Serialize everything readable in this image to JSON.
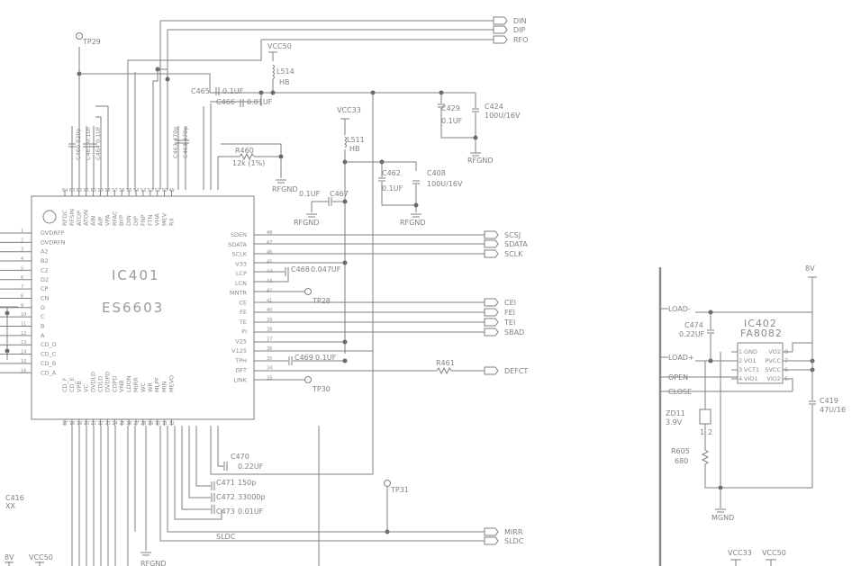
{
  "ic401": {
    "ref": "IC401",
    "part": "ES6603",
    "top_pins": [
      {
        "name": "RFDC",
        "num": "64"
      },
      {
        "name": "RFSIN",
        "num": "63"
      },
      {
        "name": "ATOP",
        "num": "62"
      },
      {
        "name": "ATON",
        "num": "61"
      },
      {
        "name": "AIN",
        "num": "60"
      },
      {
        "name": "AIP",
        "num": "59"
      },
      {
        "name": "VPA",
        "num": "58"
      },
      {
        "name": "RFAC",
        "num": "57"
      },
      {
        "name": "BYP",
        "num": "56"
      },
      {
        "name": "DIN",
        "num": "55"
      },
      {
        "name": "DIP",
        "num": "54"
      },
      {
        "name": "FNP",
        "num": "53"
      },
      {
        "name": "FTN",
        "num": "52"
      },
      {
        "name": "VHA",
        "num": "51"
      },
      {
        "name": "MEV",
        "num": "50"
      },
      {
        "name": "RX",
        "num": "49"
      }
    ],
    "left_pins": [
      {
        "name": "DVDRFP",
        "num": "1"
      },
      {
        "name": "DVDRFN",
        "num": "2"
      },
      {
        "name": "A2",
        "num": "3"
      },
      {
        "name": "B2",
        "num": "4"
      },
      {
        "name": "C2",
        "num": "5"
      },
      {
        "name": "D2",
        "num": "6"
      },
      {
        "name": "CP",
        "num": "7"
      },
      {
        "name": "CN",
        "num": "8"
      },
      {
        "name": "D",
        "num": "9"
      },
      {
        "name": "C",
        "num": "10"
      },
      {
        "name": "B",
        "num": "11"
      },
      {
        "name": "A",
        "num": "12"
      },
      {
        "name": "CD_D",
        "num": "13"
      },
      {
        "name": "CD_C",
        "num": "14"
      },
      {
        "name": "CD_B",
        "num": "15"
      },
      {
        "name": "CD_A",
        "num": "16"
      }
    ],
    "right_pins": [
      {
        "name": "SDEN",
        "num": "48"
      },
      {
        "name": "SDATA",
        "num": "47"
      },
      {
        "name": "SCLK",
        "num": "46"
      },
      {
        "name": "V33",
        "num": "45"
      },
      {
        "name": "LCP",
        "num": "44"
      },
      {
        "name": "LCN",
        "num": "43"
      },
      {
        "name": "MNTR",
        "num": "42"
      },
      {
        "name": "CE",
        "num": "41"
      },
      {
        "name": "FE",
        "num": "40"
      },
      {
        "name": "TE",
        "num": "39"
      },
      {
        "name": "PI",
        "num": "38"
      },
      {
        "name": "V25",
        "num": "37"
      },
      {
        "name": "V125",
        "num": "36"
      },
      {
        "name": "TPH",
        "num": "35"
      },
      {
        "name": "DFT",
        "num": "34"
      },
      {
        "name": "LINK",
        "num": "33"
      }
    ],
    "bottom_pins": [
      {
        "name": "CD_F",
        "num": "17"
      },
      {
        "name": "CD_E",
        "num": "18"
      },
      {
        "name": "VPB",
        "num": "19"
      },
      {
        "name": "VC",
        "num": "20"
      },
      {
        "name": "DVDLD",
        "num": "21"
      },
      {
        "name": "CDLD",
        "num": "22"
      },
      {
        "name": "DVDPD",
        "num": "23"
      },
      {
        "name": "CDPD",
        "num": "24"
      },
      {
        "name": "VNB",
        "num": "25"
      },
      {
        "name": "LDON",
        "num": "26"
      },
      {
        "name": "MIRR",
        "num": "27"
      },
      {
        "name": "WC",
        "num": "28"
      },
      {
        "name": "WR",
        "num": "29"
      },
      {
        "name": "MLPF",
        "num": "30"
      },
      {
        "name": "MIN",
        "num": "31"
      },
      {
        "name": "MEVO",
        "num": "32"
      }
    ]
  },
  "ic402": {
    "ref": "IC402",
    "part": "FA8082",
    "pins": [
      {
        "num": "1",
        "name": "GND"
      },
      {
        "num": "2",
        "name": "VO1"
      },
      {
        "num": "3",
        "name": "VCT1"
      },
      {
        "num": "4",
        "name": "VIO1"
      },
      {
        "num": "8",
        "name": "VO2"
      },
      {
        "num": "7",
        "name": "PVCC"
      },
      {
        "num": "6",
        "name": "SVCC"
      },
      {
        "num": "5",
        "name": "VIO2"
      }
    ]
  },
  "ports_top": [
    "DIN",
    "DIP",
    "RFO"
  ],
  "ports_serial": [
    "SCSJ",
    "SDATA",
    "SCLK"
  ],
  "ports_servo": [
    "CEI",
    "FEI",
    "TEI",
    "SBAD"
  ],
  "port_defect": "DEFCT",
  "ports_bottom": [
    "MIRR",
    "SLDC"
  ],
  "wire_labels": {
    "sldc": "SLDC"
  },
  "loader_labels": [
    "LOAD-",
    "LOAD+",
    "OPEN",
    "CLOSE"
  ],
  "power": {
    "vcc50": "VCC50",
    "vcc33": "VCC33",
    "rfgnd": "RFGND",
    "mgnd": "MGND",
    "v8": "8V"
  },
  "components": {
    "tp29": "TP29",
    "tp28": "TP28",
    "tp30": "TP30",
    "tp31": "TP31",
    "l514_ref": "L514",
    "l514_val": "HB",
    "l511_ref": "L511",
    "l511_val": "HB",
    "c465_ref": "C465",
    "c465_val": "0.1UF",
    "c466_ref": "C466",
    "c466_val": "0.01UF",
    "c429_ref": "C429",
    "c429_val": "0.1UF",
    "c424_ref": "C424",
    "c424_val": "100U/16V",
    "c462_ref": "C462",
    "c462_val": "0.1UF",
    "c408_ref": "C408",
    "c408_val": "100U/16V",
    "r460_ref": "R460",
    "r460_val": "12k (1%)",
    "c467_ref": "C467",
    "c467_val": "0.1UF",
    "c468_ref": "C468",
    "c468_val": "0.047UF",
    "c469_ref": "C469",
    "c469_val": "0.1UF",
    "r461_ref": "R461",
    "c470_ref": "C470",
    "c470_val": "0.22UF",
    "c471_ref": "C471",
    "c471_val": "150p",
    "c472_ref": "C472",
    "c472_val": "33000p",
    "c473_ref": "C473",
    "c473_val": "0.01UF",
    "c416_ref": "C416",
    "c416_val": "XX",
    "c460": "C460 820p",
    "c461": "C461 0.1UF",
    "c464": "C464 0.1UF",
    "c463": "C463 470p",
    "c463b": "C463 470p",
    "c474_ref": "C474",
    "c474_val": "0.22UF",
    "zd11_ref": "ZD11",
    "zd11_val": "3.9V",
    "r605_ref": "R605",
    "r605_val": "680",
    "c419_ref": "C419",
    "c419_val": "47U/16",
    "zd_pin1": "1",
    "zd_pin2": "2"
  }
}
